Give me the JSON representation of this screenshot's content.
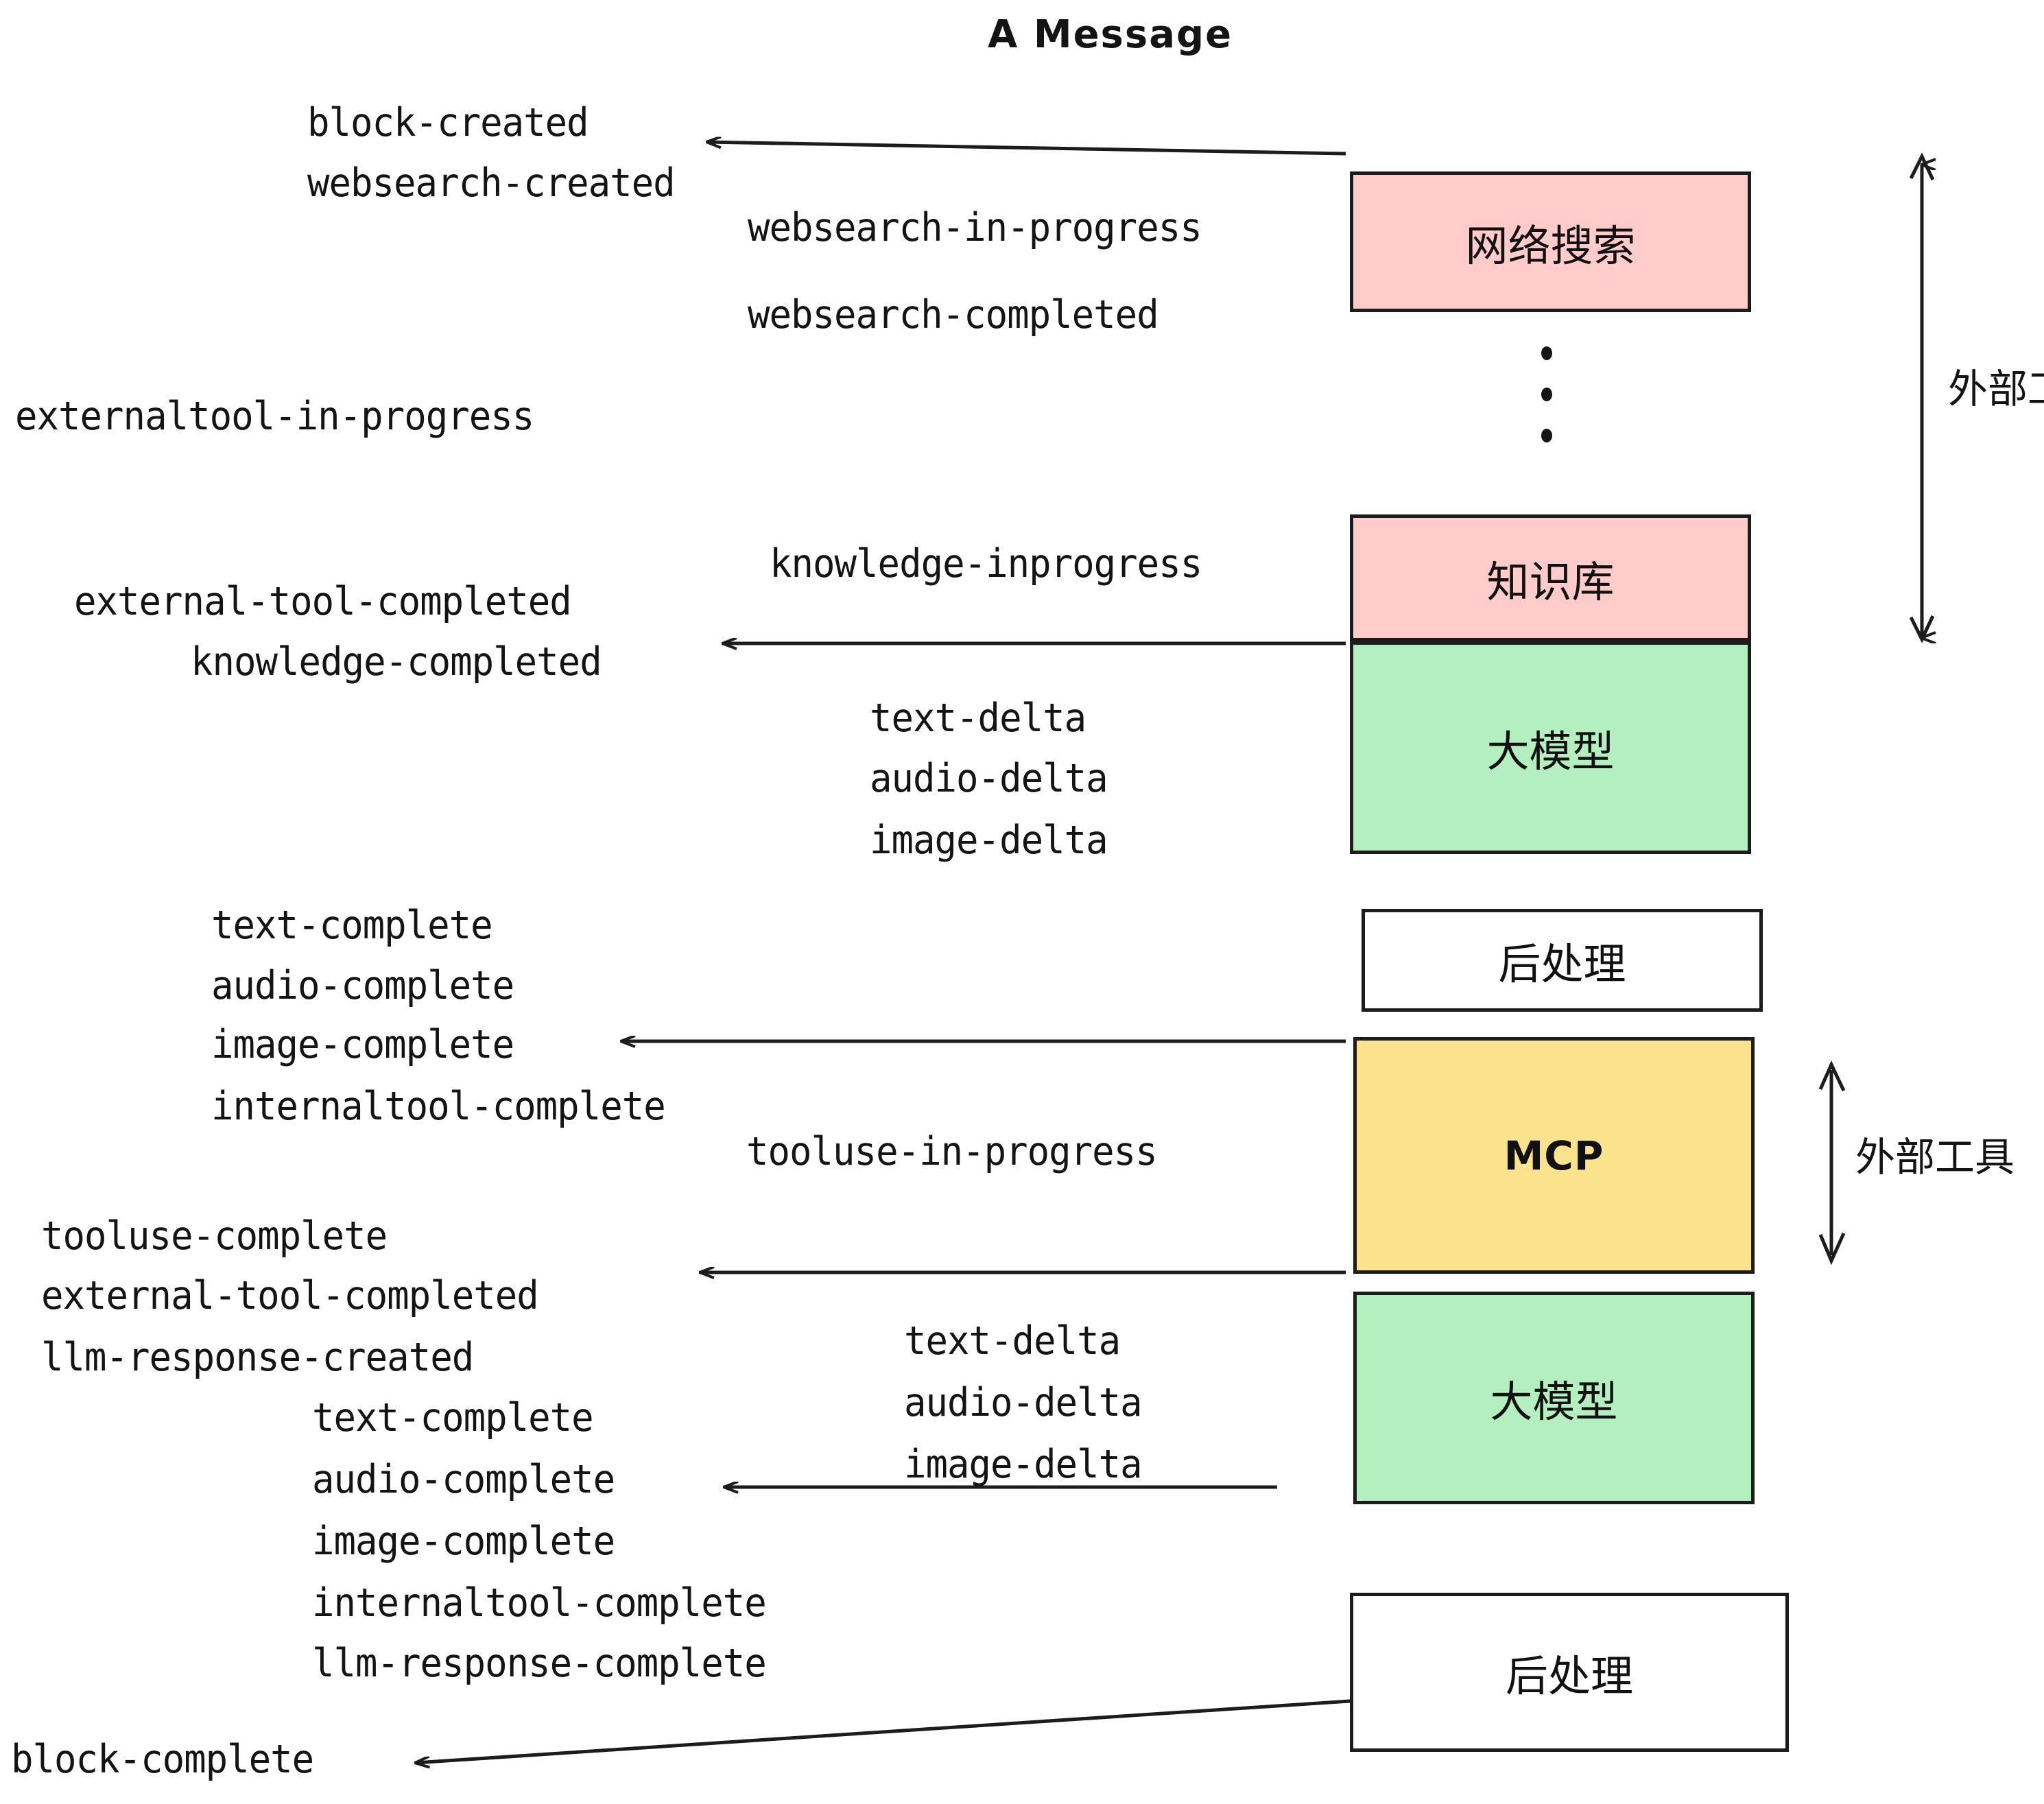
{
  "title": "A Message",
  "colors": {
    "pink": "#FFCCCB",
    "green": "#B4EFC0",
    "yellow": "#FBE38E",
    "white": "#FFFFFF",
    "stroke": "#1C1C1C",
    "text": "#141414"
  },
  "boxes": [
    {
      "id": "web-search",
      "label": "网络搜索",
      "fill": "#FFCCCB"
    },
    {
      "id": "knowledge-base",
      "label": "知识库",
      "fill": "#FFCCCB"
    },
    {
      "id": "llm-1",
      "label": "大模型",
      "fill": "#B4EFC0"
    },
    {
      "id": "postprocess-1",
      "label": "后处理",
      "fill": "#FFFFFF"
    },
    {
      "id": "mcp",
      "label": "MCP",
      "fill": "#FBE38E"
    },
    {
      "id": "llm-2",
      "label": "大模型",
      "fill": "#B4EFC0"
    },
    {
      "id": "postprocess-2",
      "label": "后处理",
      "fill": "#FFFFFF"
    }
  ],
  "side_labels": [
    {
      "id": "external-tools-top",
      "label": "外部工具"
    },
    {
      "id": "external-tools-bottom",
      "label": "外部工具"
    }
  ],
  "events": [
    {
      "id": "block-created",
      "label": "block-created"
    },
    {
      "id": "websearch-created",
      "label": "websearch-created"
    },
    {
      "id": "websearch-in-progress",
      "label": "websearch-in-progress"
    },
    {
      "id": "websearch-completed",
      "label": "websearch-completed"
    },
    {
      "id": "externaltool-in-progress",
      "label": "externaltool-in-progress"
    },
    {
      "id": "knowledge-inprogress",
      "label": "knowledge-inprogress"
    },
    {
      "id": "external-tool-completed-1",
      "label": "external-tool-completed"
    },
    {
      "id": "knowledge-completed",
      "label": "knowledge-completed"
    },
    {
      "id": "text-delta-1",
      "label": "text-delta"
    },
    {
      "id": "audio-delta-1",
      "label": "audio-delta"
    },
    {
      "id": "image-delta-1",
      "label": "image-delta"
    },
    {
      "id": "text-complete-1",
      "label": "text-complete"
    },
    {
      "id": "audio-complete-1",
      "label": "audio-complete"
    },
    {
      "id": "image-complete-1",
      "label": "image-complete"
    },
    {
      "id": "internaltool-complete-1",
      "label": "internaltool-complete"
    },
    {
      "id": "tooluse-in-progress",
      "label": "tooluse-in-progress"
    },
    {
      "id": "tooluse-complete",
      "label": "tooluse-complete"
    },
    {
      "id": "external-tool-completed-2",
      "label": "external-tool-completed"
    },
    {
      "id": "llm-response-created",
      "label": "llm-response-created"
    },
    {
      "id": "text-delta-2",
      "label": "text-delta"
    },
    {
      "id": "audio-delta-2",
      "label": "audio-delta"
    },
    {
      "id": "image-delta-2",
      "label": "image-delta"
    },
    {
      "id": "text-complete-2",
      "label": "text-complete"
    },
    {
      "id": "audio-complete-2",
      "label": "audio-complete"
    },
    {
      "id": "image-complete-2",
      "label": "image-complete"
    },
    {
      "id": "internaltool-complete-2",
      "label": "internaltool-complete"
    },
    {
      "id": "llm-response-complete",
      "label": "llm-response-complete"
    },
    {
      "id": "block-complete",
      "label": "block-complete"
    }
  ]
}
